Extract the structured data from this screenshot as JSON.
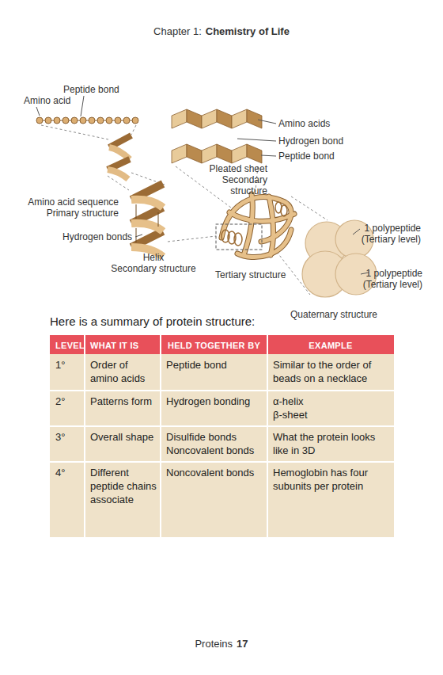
{
  "diagram": {
    "labels": [
      "Chapter 1:",
      "Chemistry of Life",
      "Peptide bond",
      "Amino acid",
      "Amino acids",
      "Hydrogen bond",
      "Peptide bond",
      "Pleated sheet",
      "Secondary",
      "structure",
      "Amino acid sequence",
      "Primary structure",
      "Hydrogen bonds",
      "Helix",
      "Secondary structure",
      "Tertiary structure",
      "1 polypeptide",
      "(Tertiary level)",
      "1 polypeptide",
      "(Tertiary level)",
      "Quaternary structure",
      "Here is a summary of protein structure:",
      "LEVEL",
      "WHAT IT IS",
      "HELD TOGETHER BY",
      "EXAMPLE",
      "1°",
      "Order of amino acids",
      "Peptide bond",
      "Similar to the order of beads on a necklace",
      "2°",
      "Patterns form",
      "Hydrogen bonding",
      "α-helix",
      "β-sheet",
      "3°",
      "Overall shape",
      "Disulfide bonds",
      "Noncovalent bonds",
      "What the protein looks like in 3D",
      "4°",
      "Different peptide chains associate",
      "Noncovalent bonds",
      "Hemoglobin has four subunits per protein",
      "Proteins",
      "17"
    ]
  }
}
